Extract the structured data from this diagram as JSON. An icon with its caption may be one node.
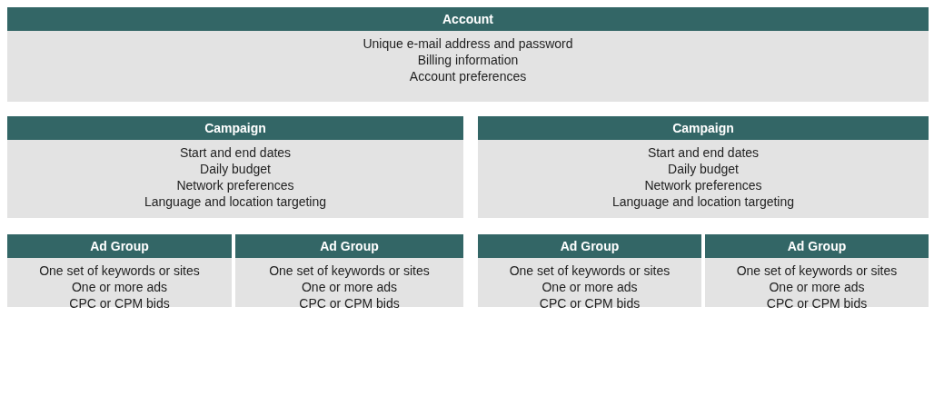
{
  "diagram": {
    "nodes": [
      {
        "text": [
          "Account",
          "Unique e-mail address and password",
          "Billing information",
          "Account preferences"
        ]
      },
      {
        "text": [
          "Campaign",
          "Start and end dates",
          "Daily budget",
          "Network preferences",
          "Language and location targeting"
        ]
      },
      {
        "text": [
          "Campaign",
          "Start and end dates",
          "Daily budget",
          "Network preferences",
          "Language and location targeting"
        ]
      },
      {
        "text": [
          "Ad Group",
          "One set of keywords or sites",
          "One or more ads",
          "CPC or CPM bids"
        ]
      },
      {
        "text": [
          "Ad Group",
          "One set of keywords or sites",
          "One or more ads",
          "CPC or CPM bids"
        ]
      },
      {
        "text": [
          "Ad Group",
          "One set of keywords or sites",
          "One or more ads",
          "CPC or CPM bids"
        ]
      },
      {
        "text": [
          "Ad Group",
          "One set of keywords or sites",
          "One or more ads",
          "CPC or CPM bids"
        ]
      }
    ]
  }
}
